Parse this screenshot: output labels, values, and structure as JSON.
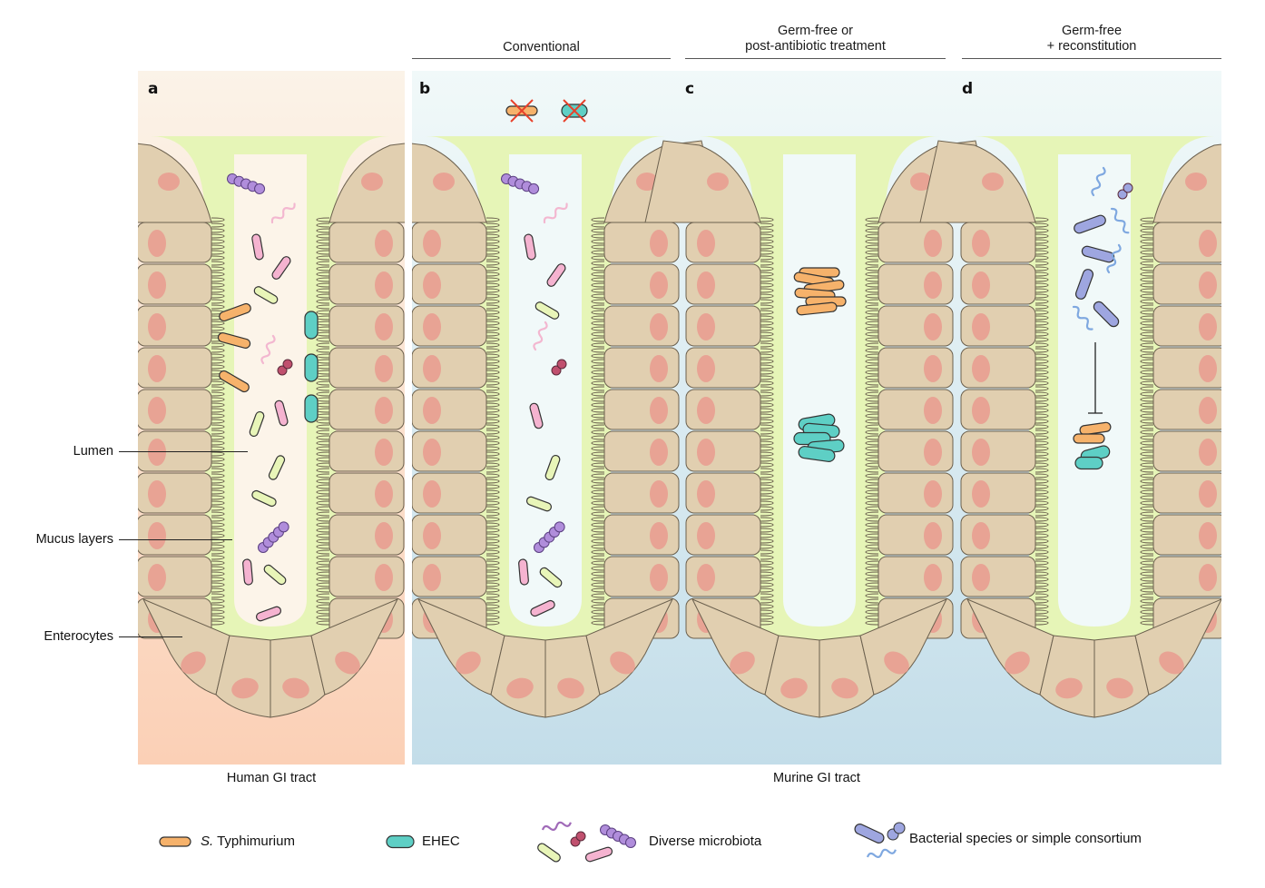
{
  "headers": {
    "conventional": "Conventional",
    "germ_free_line1": "Germ-free or",
    "germ_free_line2": "post-antibiotic treatment",
    "reconstitution_line1": "Germ-free",
    "reconstitution_line2": "+ reconstitution"
  },
  "panels": {
    "a": "a",
    "b": "b",
    "c": "c",
    "d": "d"
  },
  "callouts": {
    "lumen": "Lumen",
    "mucus": "Mucus layers",
    "enterocytes": "Enterocytes"
  },
  "captions": {
    "human": "Human GI tract",
    "murine": "Murine GI tract"
  },
  "legend": {
    "salmonella_prefix": "S.",
    "salmonella_suffix": " Typhimurium",
    "ehec": "EHEC",
    "diverse": "Diverse microbiota",
    "consortium": "Bacterial species or simple consortium"
  },
  "colors": {
    "human_bg_top": "#fbf3e8",
    "human_bg_bottom": "#fbd0b6",
    "murine_bg_top": "#f1f9f9",
    "murine_bg_bottom": "#c3dde9",
    "mucus": "#e6f5b7",
    "lumen_human": "#fcf4e9",
    "lumen_murine": "#f1f9f9",
    "cell": "#e1cfb0",
    "nucleus": "#e8a394",
    "salmonella": "#f6b26b",
    "ehec": "#5ecfc5",
    "pink_rod": "#f5b3d0",
    "green_rod": "#e8f5b8",
    "purple_cocci": "#b08ddb",
    "red_diplococci": "#c0506e",
    "pink_spirochete": "#f3b7d0",
    "consortium_rod": "#9ea6e0",
    "consortium_spiro": "#7fa8e0",
    "cross_out": "#e8402a"
  }
}
